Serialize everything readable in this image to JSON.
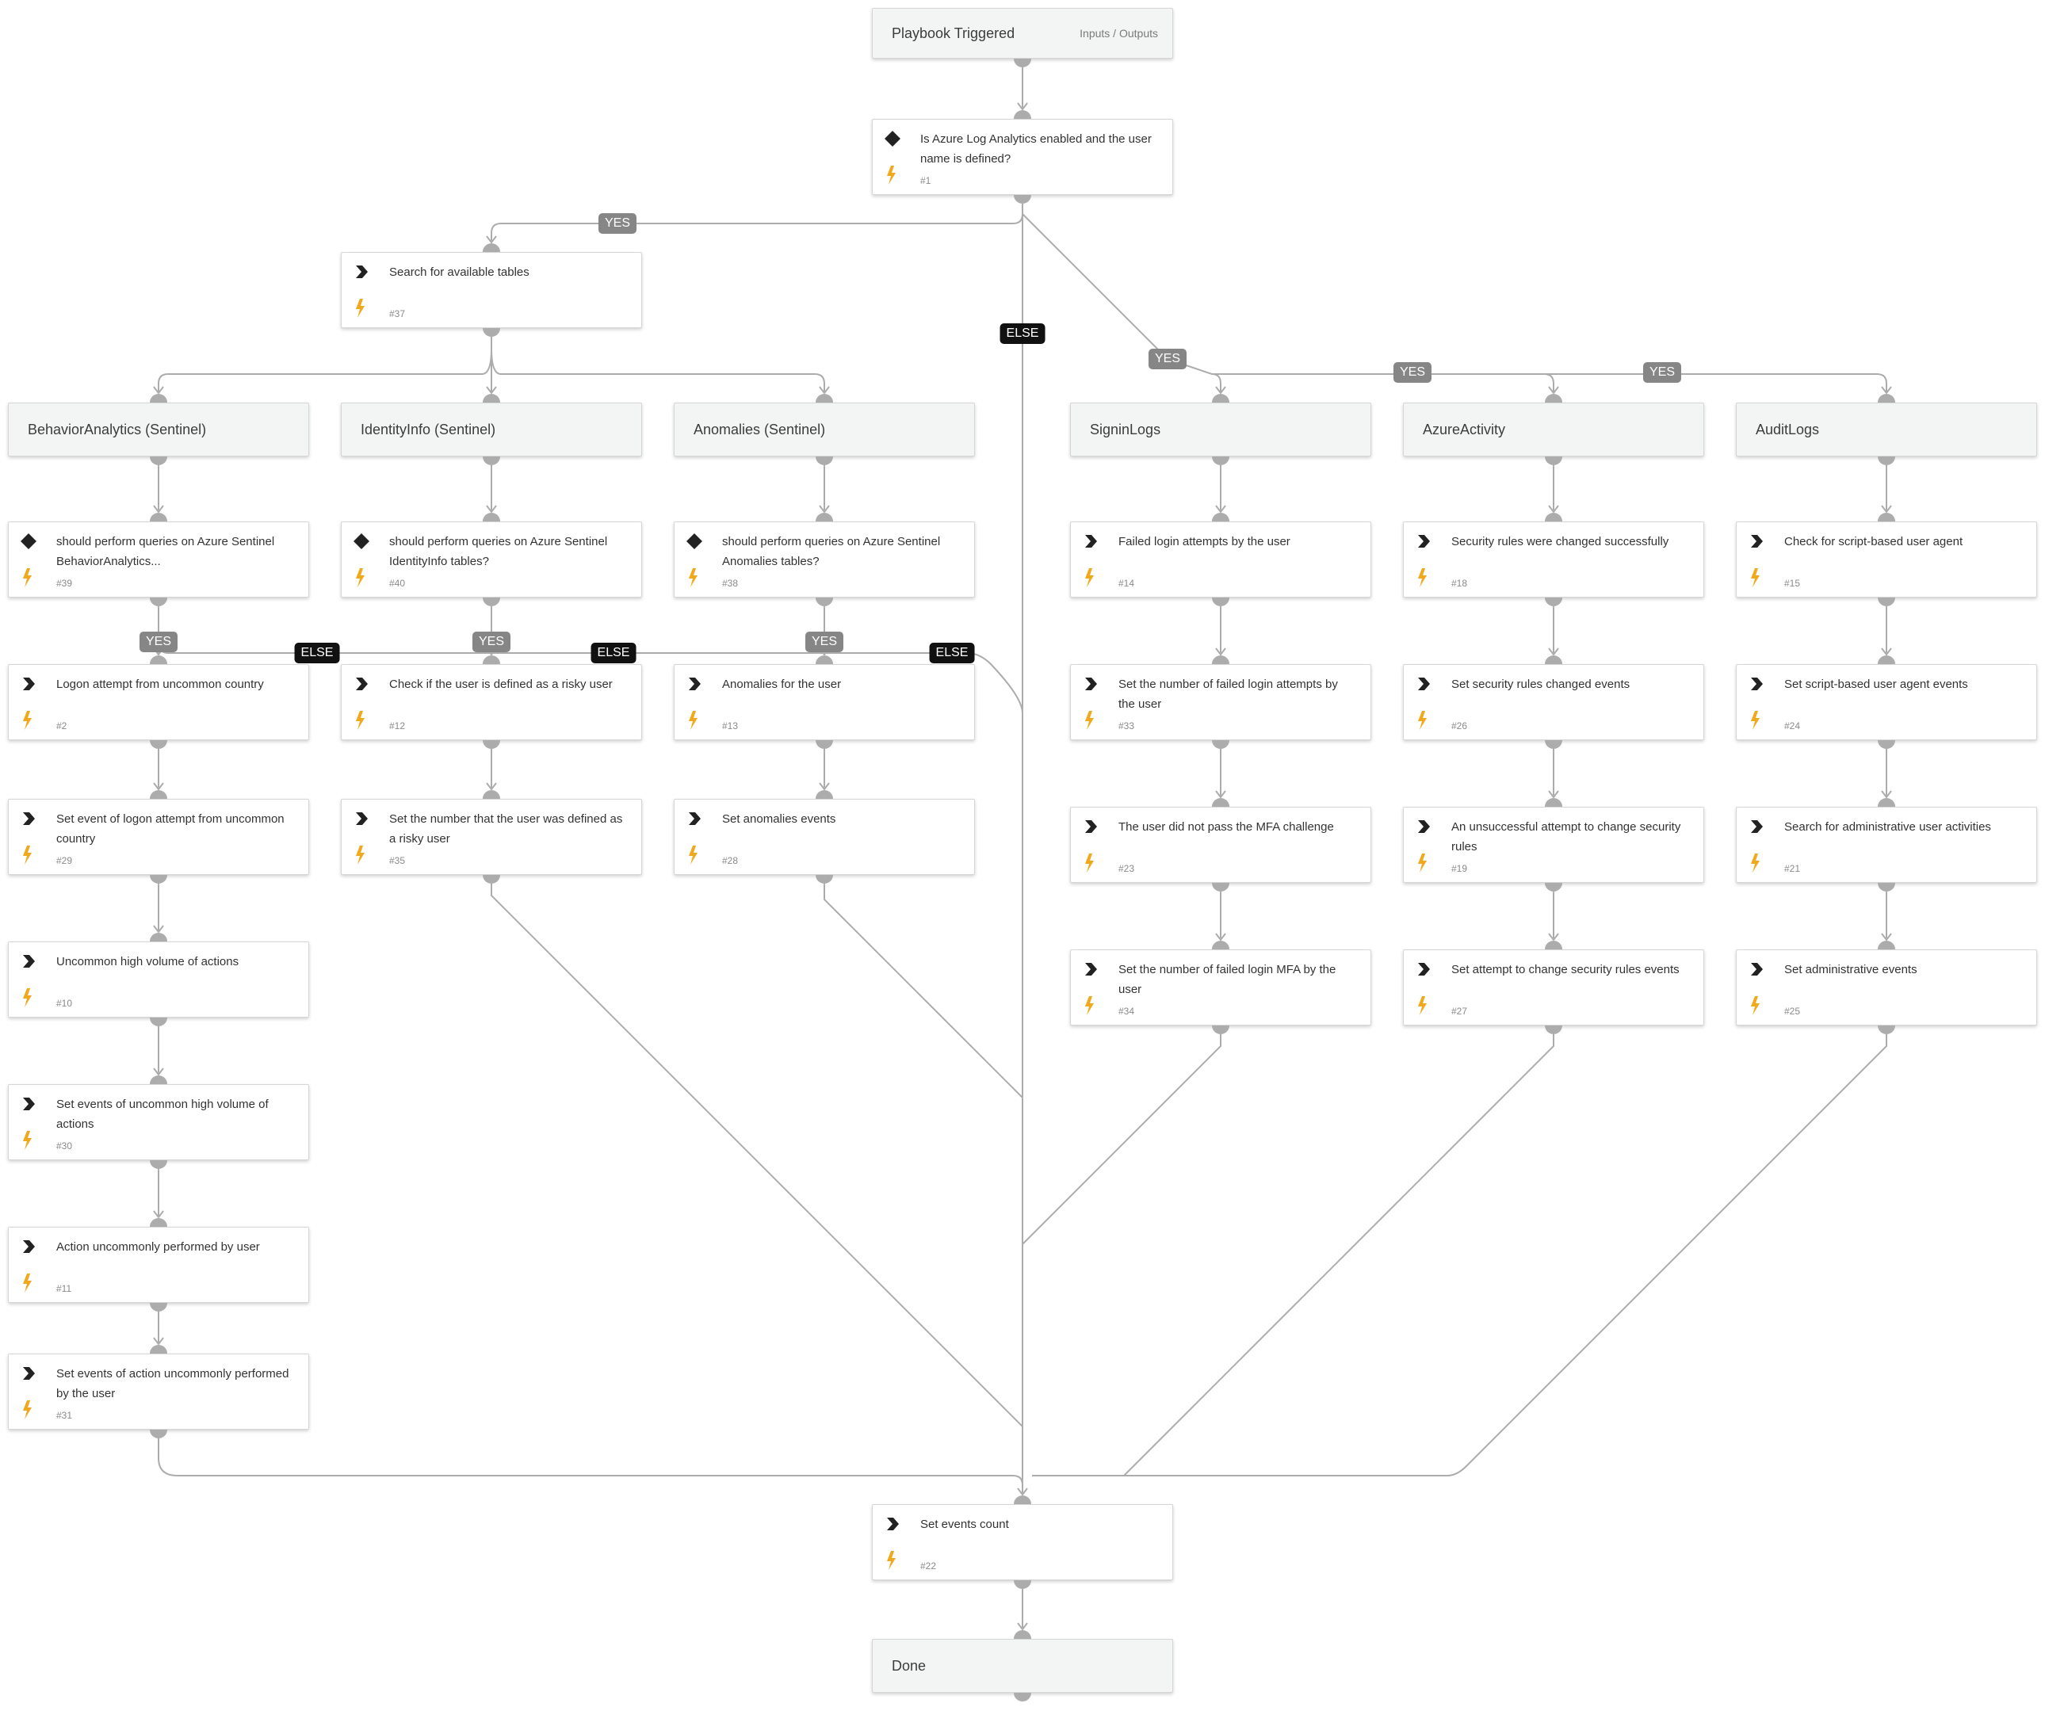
{
  "colors": {
    "connector": "#acacac",
    "yes_badge": "#868686",
    "else_badge": "#111111",
    "bolt": "#f0a81c",
    "section_bg": "#f3f4f4"
  },
  "icons": {
    "condition": "diamond-icon",
    "task": "chevron-right-icon",
    "automation": "lightning-bolt-icon"
  },
  "sections": {
    "start": {
      "title": "Playbook Triggered",
      "io_link": "Inputs / Outputs"
    },
    "behavior": {
      "title": "BehaviorAnalytics (Sentinel)"
    },
    "identity": {
      "title": "IdentityInfo (Sentinel)"
    },
    "anomalies": {
      "title": "Anomalies (Sentinel)"
    },
    "signin": {
      "title": "SigninLogs"
    },
    "azure": {
      "title": "AzureActivity"
    },
    "audit": {
      "title": "AuditLogs"
    },
    "done": {
      "title": "Done"
    }
  },
  "tasks": {
    "t1": {
      "label": "Is Azure Log Analytics enabled and the user name is defined?",
      "num": "#1"
    },
    "t37": {
      "label": "Search for available tables",
      "num": "#37"
    },
    "t39": {
      "label": "should perform queries on Azure Sentinel BehaviorAnalytics...",
      "num": "#39"
    },
    "t40": {
      "label": "should perform queries on Azure Sentinel IdentityInfo tables?",
      "num": "#40"
    },
    "t38": {
      "label": "should perform queries on Azure Sentinel Anomalies tables?",
      "num": "#38"
    },
    "t14": {
      "label": "Failed login attempts by the user",
      "num": "#14"
    },
    "t18": {
      "label": "Security rules were changed successfully",
      "num": "#18"
    },
    "t15": {
      "label": "Check for script-based user agent",
      "num": "#15"
    },
    "t2": {
      "label": "Logon attempt from uncommon country",
      "num": "#2"
    },
    "t12": {
      "label": "Check if the user is defined as a risky user",
      "num": "#12"
    },
    "t13": {
      "label": "Anomalies for the user",
      "num": "#13"
    },
    "t33": {
      "label": "Set the number of failed login attempts by the user",
      "num": "#33"
    },
    "t26": {
      "label": "Set security rules changed events",
      "num": "#26"
    },
    "t24": {
      "label": "Set script-based user agent events",
      "num": "#24"
    },
    "t29": {
      "label": "Set event of logon attempt from uncommon country",
      "num": "#29"
    },
    "t35": {
      "label": "Set the number that the user was defined as a risky user",
      "num": "#35"
    },
    "t28": {
      "label": "Set anomalies events",
      "num": "#28"
    },
    "t23": {
      "label": "The user did not pass the MFA challenge",
      "num": "#23"
    },
    "t19": {
      "label": "An unsuccessful attempt to change security rules",
      "num": "#19"
    },
    "t21": {
      "label": "Search for administrative user activities",
      "num": "#21"
    },
    "t10": {
      "label": "Uncommon high volume of actions",
      "num": "#10"
    },
    "t34": {
      "label": "Set the number of failed login MFA by the user",
      "num": "#34"
    },
    "t27": {
      "label": "Set attempt to change security rules events",
      "num": "#27"
    },
    "t25": {
      "label": "Set administrative events",
      "num": "#25"
    },
    "t30": {
      "label": "Set events of uncommon high volume of actions",
      "num": "#30"
    },
    "t11": {
      "label": "Action uncommonly performed by user",
      "num": "#11"
    },
    "t31": {
      "label": "Set events of action uncommonly performed by the user",
      "num": "#31"
    },
    "t22": {
      "label": "Set events count",
      "num": "#22"
    }
  },
  "branches": {
    "yes": "YES",
    "else": "ELSE"
  }
}
